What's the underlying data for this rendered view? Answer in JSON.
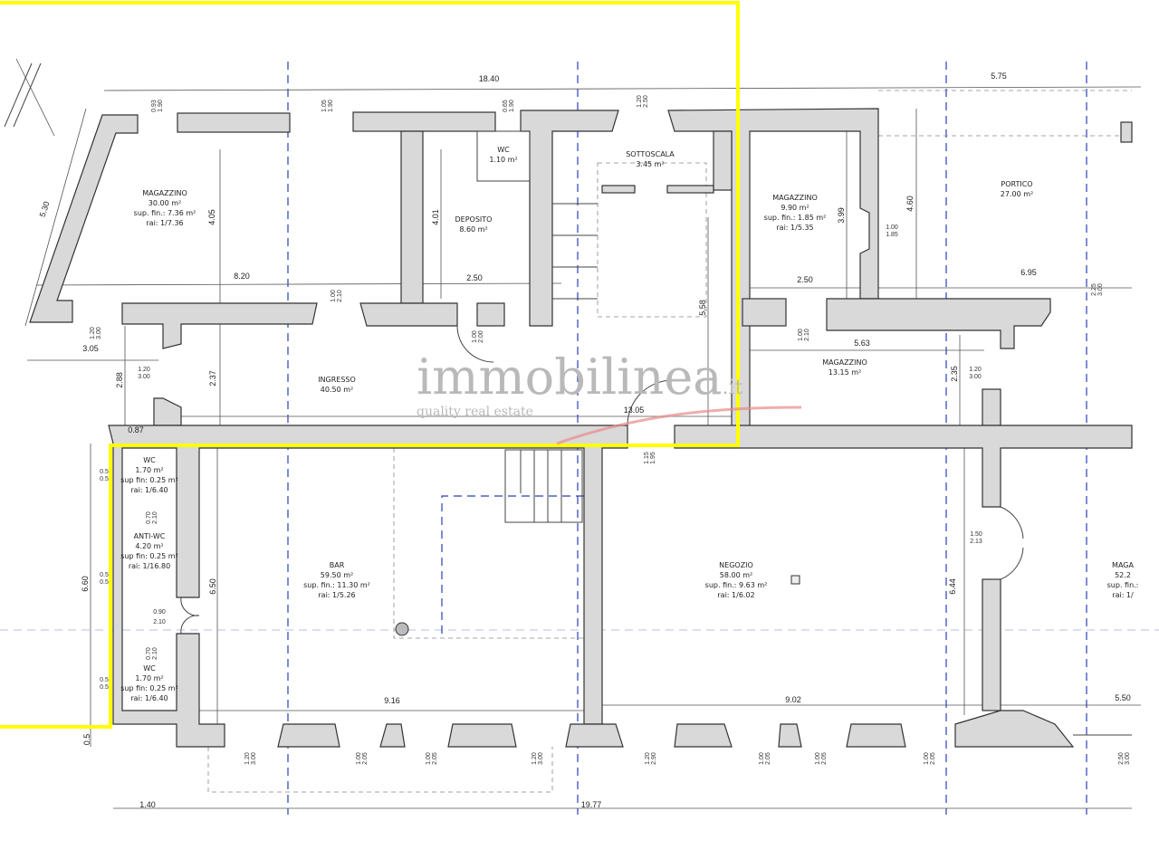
{
  "colors": {
    "wall": "#d9d9d9",
    "highlight": "#ffff00",
    "grid": "#2a3fb8",
    "watermark_stroke": "#e88a8a"
  },
  "watermark": {
    "brand": "immobilinea",
    "tld": ".it",
    "tagline": "quality real estate"
  },
  "rooms": [
    {
      "name": "MAGAZZINO",
      "area": "30.00 m²",
      "sup": "sup. fin.: 7.36 m²",
      "rai": "rai: 1/7.36"
    },
    {
      "name": "WC",
      "area": "1.10 m²"
    },
    {
      "name": "DEPOSITO",
      "area": "8.60 m²"
    },
    {
      "name": "SOTTOSCALA",
      "area": "3.45 m²"
    },
    {
      "name": "MAGAZZINO",
      "area": "9.90 m²",
      "sup": "sup. fin.: 1.85 m²",
      "rai": "rai: 1/5.35"
    },
    {
      "name": "PORTICO",
      "area": "27.00 m²"
    },
    {
      "name": "INGRESSO",
      "area": "40.50 m²"
    },
    {
      "name": "MAGAZZINO",
      "area": "13.15 m²"
    },
    {
      "name": "WC",
      "area": "1.70 m²",
      "sup": "sup fin: 0.25 m²",
      "rai": "rai: 1/6.40"
    },
    {
      "name": "ANTI-WC",
      "area": "4.20 m²",
      "sup": "sup fin: 0.25 m²",
      "rai": "rai: 1/16.80"
    },
    {
      "name": "WC",
      "area": "1.70 m²",
      "sup": "sup fin: 0.25 m²",
      "rai": "rai: 1/6.40"
    },
    {
      "name": "BAR",
      "area": "59.50 m²",
      "sup": "sup. fin.: 11.30 m²",
      "rai": "rai: 1/5.26"
    },
    {
      "name": "NEGOZIO",
      "area": "58.00 m²",
      "sup": "sup. fin.: 9.63 m²",
      "rai": "rai: 1/6.02"
    },
    {
      "name": "MAGA",
      "area": "52.2",
      "sup": "sup. fin.:",
      "rai": "rai: 1/"
    }
  ],
  "dims": [
    "18.40",
    "5.75",
    "5.30",
    "4.05",
    "8.20",
    "4.01",
    "2.50",
    "2.50",
    "3.99",
    "4.60",
    "6.95",
    "5.58",
    "5.63",
    "2.35",
    "3.05",
    "2.88",
    "2.37",
    "13.05",
    "0.87",
    "6.60",
    "6.50",
    "9.16",
    "9.02",
    "5.50",
    "6.44",
    "1.40",
    "19.77",
    "0.5"
  ],
  "openings": [
    [
      "0.93",
      "1.90"
    ],
    [
      "1.05",
      "1.90"
    ],
    [
      "0.65",
      "1.90"
    ],
    [
      "1.20",
      "2.50"
    ],
    [
      "1.00",
      "2.10"
    ],
    [
      "1.00",
      "2.00"
    ],
    [
      "1.00",
      "2.10"
    ],
    [
      "1.20",
      "3.00"
    ],
    [
      "1.20",
      "3.00"
    ],
    [
      "1.00",
      "1.85"
    ],
    [
      "1.20",
      "3.00"
    ],
    [
      "2.25",
      "3.00"
    ],
    [
      "1.15",
      "1.95"
    ],
    [
      "1.50",
      "2.13"
    ],
    [
      "0.90",
      "2.10"
    ],
    [
      "0.70",
      "2.10"
    ],
    [
      "0.70",
      "2.10"
    ],
    [
      "0.5",
      "0.5"
    ],
    [
      "0.5",
      "0.5"
    ],
    [
      "0.5",
      "0.5"
    ],
    [
      "1.20",
      "3.00"
    ],
    [
      "1.00",
      "2.05"
    ],
    [
      "1.00",
      "2.05"
    ],
    [
      "1.20",
      "3.00"
    ],
    [
      "1.20",
      "2.90"
    ],
    [
      "1.00",
      "2.05"
    ],
    [
      "1.00",
      "2.05"
    ],
    [
      "1.00",
      "2.05"
    ],
    [
      "2.50",
      "3.00"
    ]
  ]
}
